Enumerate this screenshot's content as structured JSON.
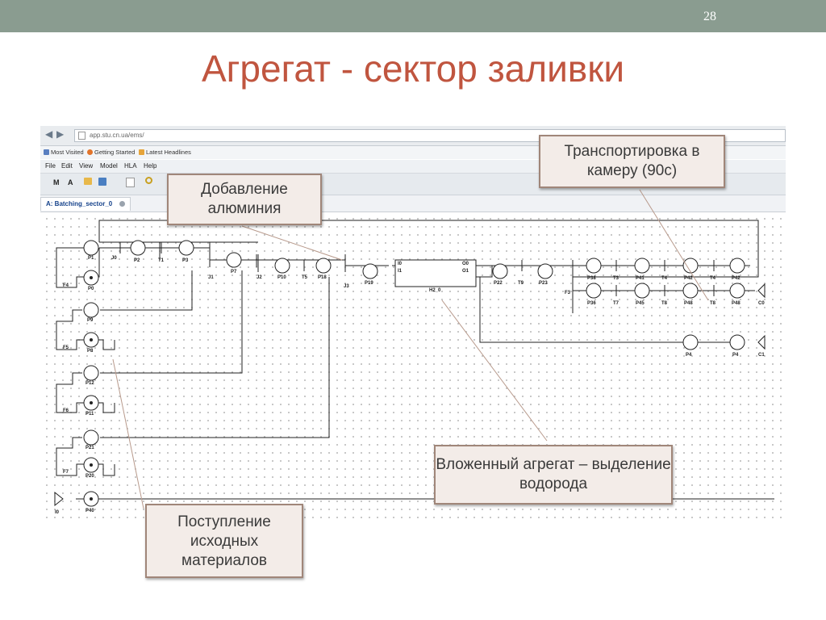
{
  "slide": {
    "number": "28",
    "title": "Агрегат - сектор заливки"
  },
  "browser": {
    "url": "app.stu.cn.ua/ems/",
    "bookmarks": [
      "Most Visited",
      "Getting Started",
      "Latest Headlines"
    ],
    "menu": [
      "File",
      "Edit",
      "View",
      "Model",
      "HLA",
      "Help"
    ],
    "toolbar": [
      "M",
      "A"
    ],
    "tab": "A: Batching_sector_0"
  },
  "nodes": {
    "P1": "P1",
    "J0": "J0",
    "P2": "P2",
    "T1": "T1",
    "P3": "P3",
    "F4": "F4",
    "P0": "P0",
    "J1": "J1",
    "P7": "P7",
    "J2": "J2",
    "P10": "P10",
    "T5": "T5",
    "P18": "P18",
    "J3": "J3",
    "P19": "P19",
    "H2_0": "H2_0",
    "I0": "I0",
    "I1": "I1",
    "O0": "O0",
    "O1": "O1",
    "P22": "P22",
    "T9": "T9",
    "P23": "P23",
    "F3": "F3",
    "P38": "P38",
    "T3": "T3",
    "P41": "P41",
    "T4a": "T4",
    "P42": "P42",
    "T4b": "T4",
    "P42b": "P42",
    "P36": "P36",
    "T7": "T7",
    "P45": "P45",
    "T8a": "T8",
    "P48": "P48",
    "T8b": "T8",
    "P48b": "P48",
    "C0": "C0",
    "P4a": "P4",
    "P4b": "P4",
    "C1": "C1",
    "P9": "P9",
    "F5": "F5",
    "P8": "P8",
    "P12": "P12",
    "F6": "F6",
    "P11": "P11",
    "P21": "P21",
    "F7": "F7",
    "P20": "P20",
    "I0b": "I0",
    "P40": "P40"
  },
  "callouts": {
    "aluminum": "Добавление алюминия",
    "transport": "Транспортировка в камеру (90с)",
    "nested": "Вложенный агрегат – выделение водорода",
    "materials": "Поступление исходных материалов"
  },
  "colors": {
    "title": "#c0553f",
    "topbar": "#8a9c90",
    "callout_border": "#a08679",
    "callout_bg": "#f3ece8"
  }
}
